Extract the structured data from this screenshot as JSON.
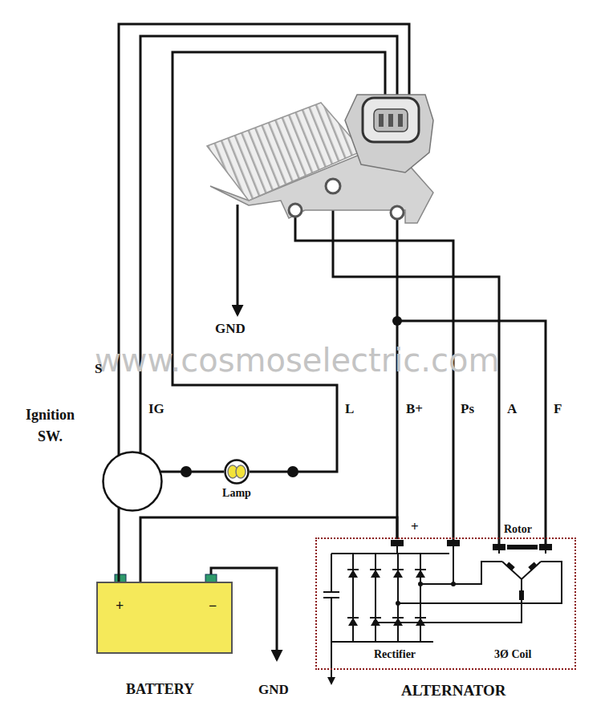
{
  "diagram": {
    "nodes": [
      {
        "text": [
          "Ignition SW."
        ]
      },
      {
        "text": [
          "Lamp"
        ]
      },
      {
        "text": [
          "+",
          "−",
          "BATTERY"
        ]
      },
      {
        "text": [
          "ALTERNATOR"
        ]
      }
    ],
    "edges": [
      {
        "from": 0,
        "to": 1,
        "arrow": "none"
      },
      {
        "from": 2,
        "to": 0,
        "arrow": "none"
      },
      {
        "from": 2,
        "to": 3,
        "arrow": "none"
      }
    ],
    "labels": [
      "GND",
      "www.cosmoselectric.com",
      "S",
      "IG",
      "L",
      "B+",
      "Ps",
      "A",
      "F",
      "+",
      "Rotor",
      "Rectifier",
      "3Ø Coil",
      "GND"
    ]
  }
}
